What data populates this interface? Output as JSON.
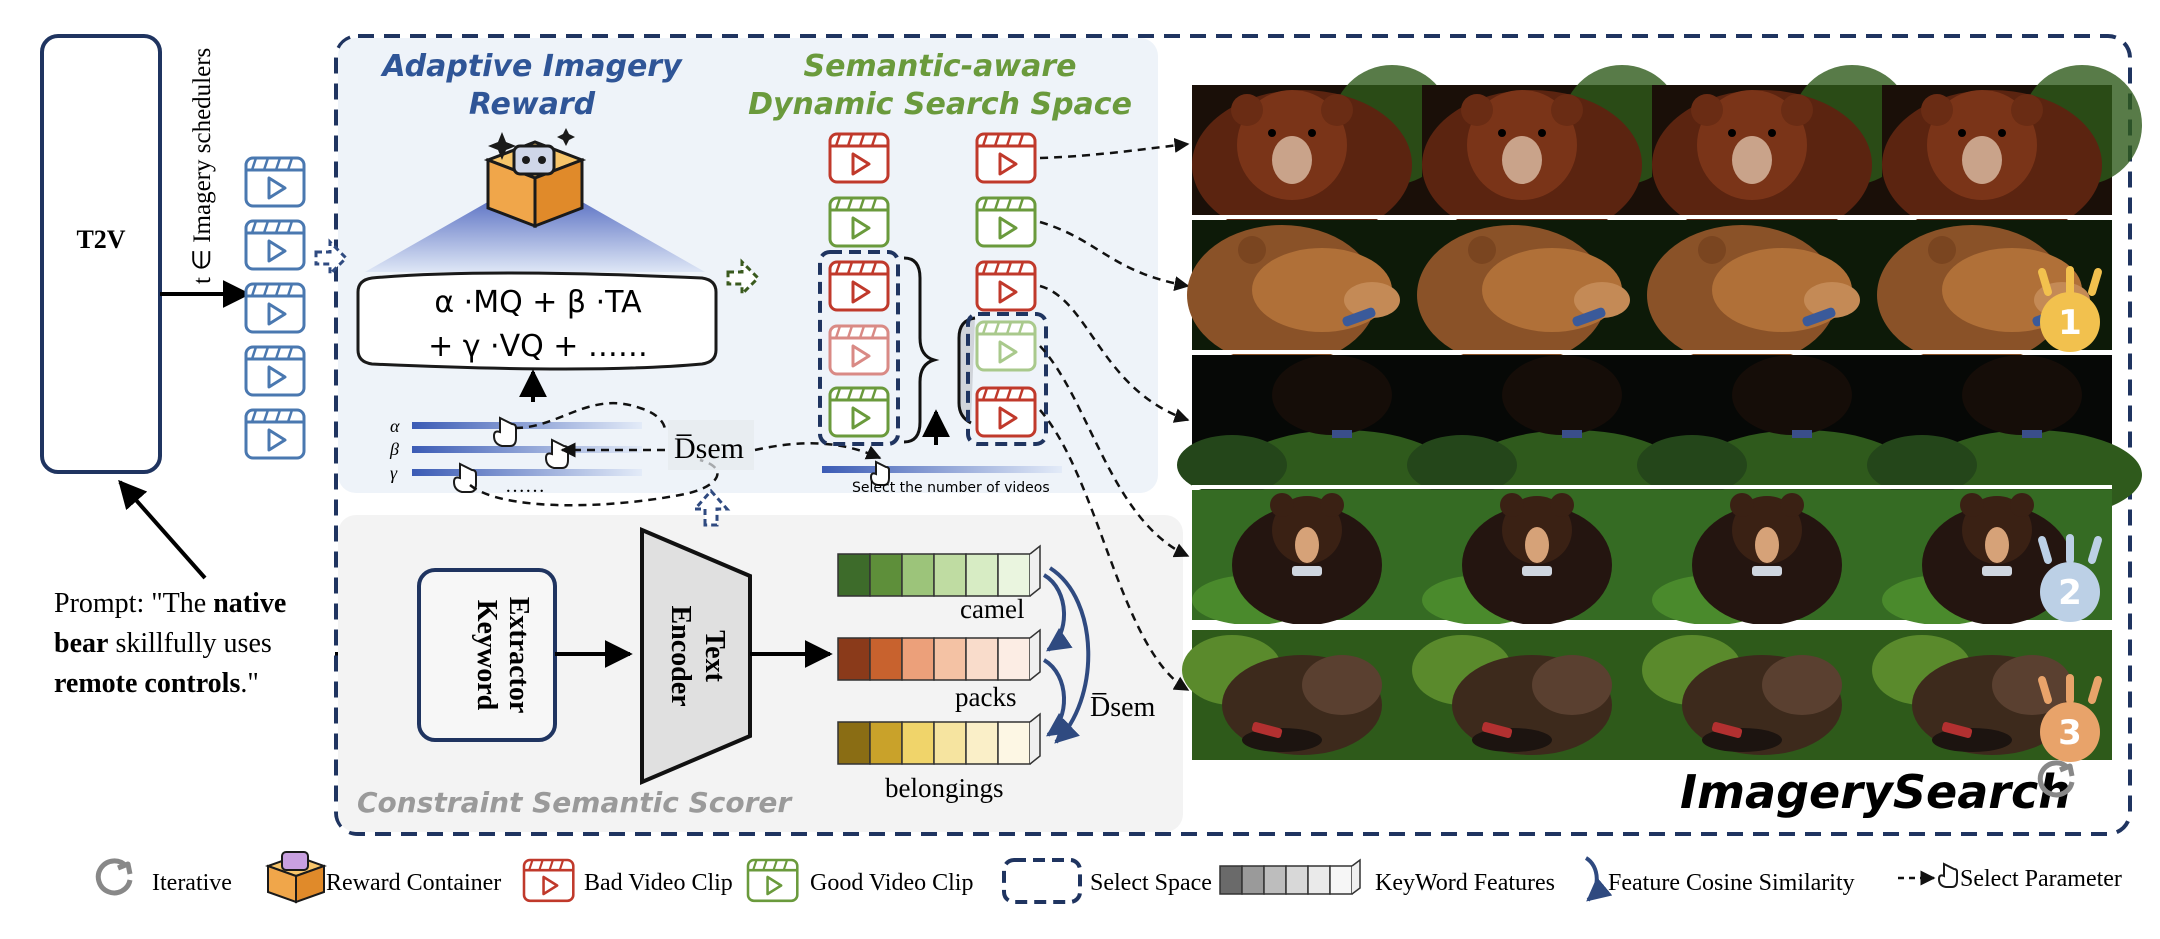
{
  "t2v_label": "T2V",
  "scheduler_label": "t ∈ Imagery schedulers",
  "prompt": {
    "prefix": "Prompt: \"The ",
    "bold1": "native",
    "line2_bold": "bear",
    "line2_rest": " skillfully uses",
    "line3_bold": "remote controls",
    "line3_rest": ".\""
  },
  "reward_title_line1": "Adaptive Imagery",
  "reward_title_line2": "Reward",
  "formula_line1": "α ·MQ + β ·TA",
  "formula_line2": "+ γ ·VQ + ……",
  "params": {
    "alpha": "α",
    "beta": "β",
    "gamma": "γ",
    "dots": "……"
  },
  "dsem_label": "D̅sem",
  "search_title_line1": "Semantic-aware",
  "search_title_line2": "Dynamic Search Space",
  "select_number_label": "Select the number of videos",
  "keyword_extractor_label": [
    "Keyword",
    "Extractor"
  ],
  "text_encoder_label": [
    "Text",
    "Encoder"
  ],
  "keywords": [
    "camel",
    "packs",
    "belongings"
  ],
  "dsem_label_2": "D̅sem",
  "scorer_title": "Constraint Semantic Scorer",
  "imagery_search_label": "ImagerySearch",
  "ranks": [
    "1",
    "2",
    "3"
  ],
  "legend": {
    "iterative": "Iterative",
    "reward_container": "Reward Container",
    "bad_clip": "Bad Video Clip",
    "good_clip": "Good Video Clip",
    "select_space": "Select Space",
    "keyword_features": "KeyWord Features",
    "cosine": "Feature Cosine Similarity",
    "select_param": "Select Parameter"
  },
  "colors": {
    "navy": "#1f3460",
    "bad": "#c0392b",
    "good": "#6a9a3c",
    "blue_clip": "#4a78b0",
    "gold": "#f2c14e",
    "silver": "#bcd0e6",
    "bronze": "#e8a36a"
  }
}
